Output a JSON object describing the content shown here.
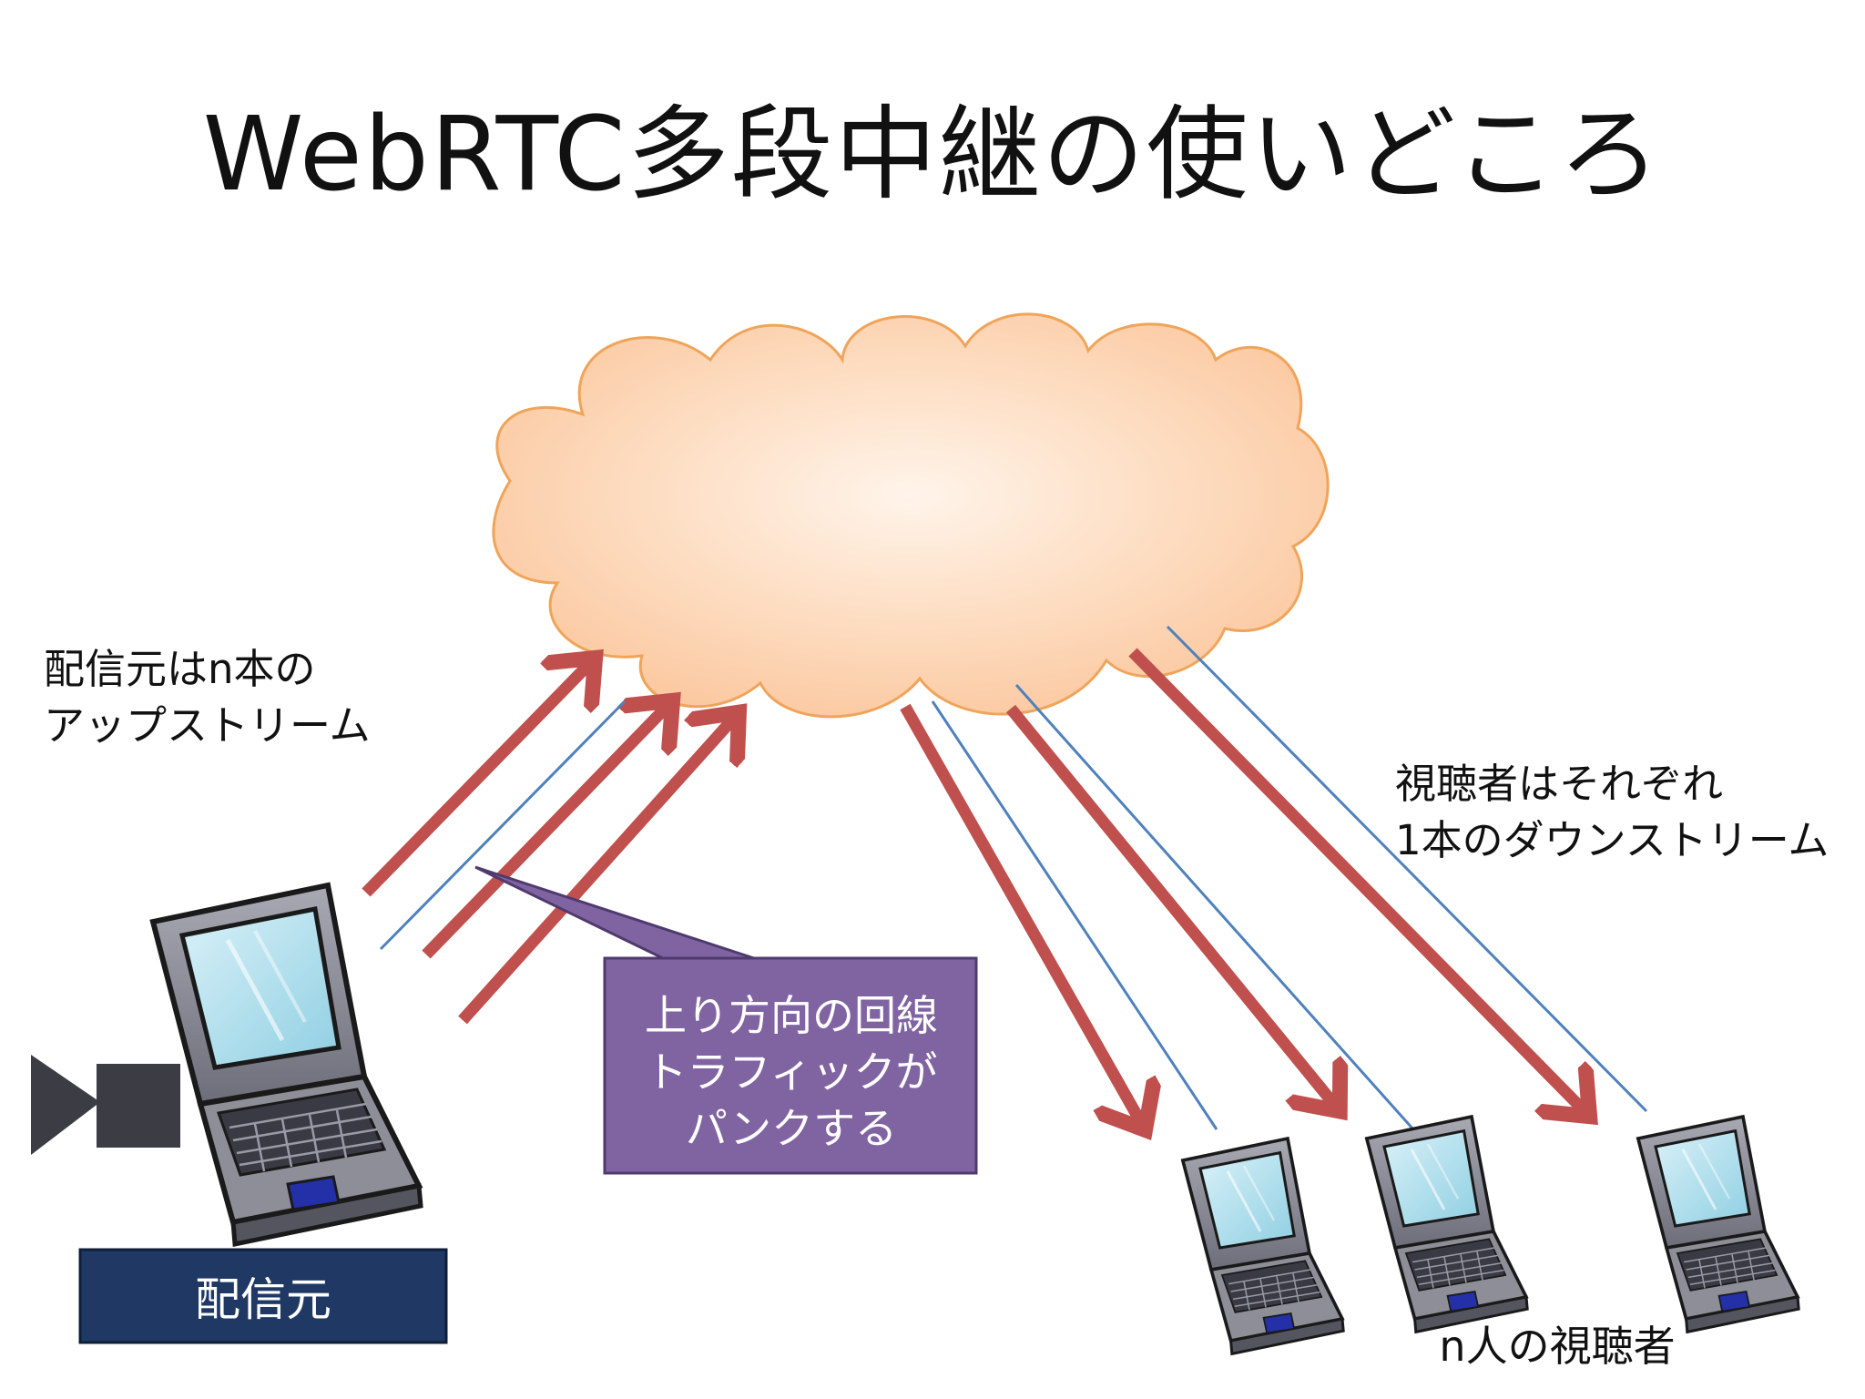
{
  "slide": {
    "title": "WebRTC多段中継の使いどころ"
  },
  "notes": {
    "upstream_line1": "配信元はn本の",
    "upstream_line2": "アップストリーム",
    "downstream_line1": "視聴者はそれぞれ",
    "downstream_line2": "1本のダウンストリーム"
  },
  "callout": {
    "line1": "上り方向の回線",
    "line2": "トラフィックが",
    "line3": "パンクする"
  },
  "labels": {
    "source": "配信元",
    "viewers": "n人の視聴者"
  },
  "icons": {
    "cloud": "internet-cloud-icon",
    "source_laptop": "laptop-icon",
    "camera": "video-camera-icon",
    "viewer_laptop": "laptop-icon"
  },
  "colors": {
    "cloud_fill": "#FBCBA6",
    "cloud_stroke": "#F0A45A",
    "arrow_red": "#C0504D",
    "line_blue": "#4F81BD",
    "callout_fill": "#8064A2",
    "source_label_fill": "#1F3864"
  }
}
